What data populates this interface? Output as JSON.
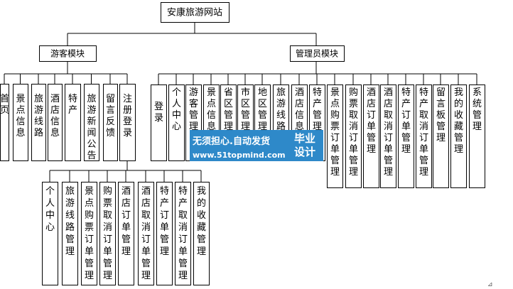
{
  "root": "安康旅游网站",
  "tourist_module": "游客模块",
  "admin_module": "管理员模块",
  "tourist_items": [
    "首页",
    "景点信息",
    "旅游线路",
    "酒店信息",
    "特产",
    "旅游新闻公告",
    "留言反馈",
    "注册登录"
  ],
  "login_sub_items": [
    "个人中心",
    "旅游线路管理",
    "景点购票订单管理",
    "购票取消订单管理",
    "酒店订单管理",
    "酒店取消订单管理",
    "特产订单管理",
    "特产取消订单管理",
    "我的收藏管理"
  ],
  "admin_items": [
    "登录",
    "个人中心",
    "游客管理",
    "景点信息管理",
    "省区管理",
    "市区管理",
    "地区管理",
    "旅游线路管理",
    "酒店信息管理",
    "特产管理",
    "景点购票订单管理",
    "购票取消订单管理",
    "酒店订单管理",
    "酒店取消订单管理",
    "特产订单管理",
    "特产取消订单管理",
    "留言板管理",
    "我的收藏管理",
    "系统管理"
  ],
  "watermark": {
    "line1": "无须担心.自动发货",
    "line2": "www.51topmind.com",
    "right1": "毕业",
    "right2": "设计",
    "color": "#2e89c9"
  },
  "corner_glyph": "⊿"
}
